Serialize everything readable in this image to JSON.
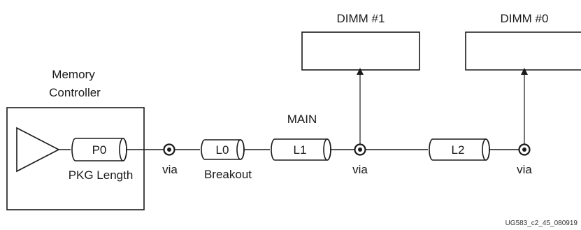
{
  "labels": {
    "dimm1": "DIMM #1",
    "dimm0": "DIMM #0",
    "controller_line1": "Memory",
    "controller_line2": "Controller",
    "main": "MAIN",
    "p0": "P0",
    "pkg_length": "PKG Length",
    "l0": "L0",
    "breakout": "Breakout",
    "l1": "L1",
    "l2": "L2",
    "via1": "via",
    "via2": "via",
    "via3": "via",
    "figure_id": "UG583_c2_45_080919"
  }
}
